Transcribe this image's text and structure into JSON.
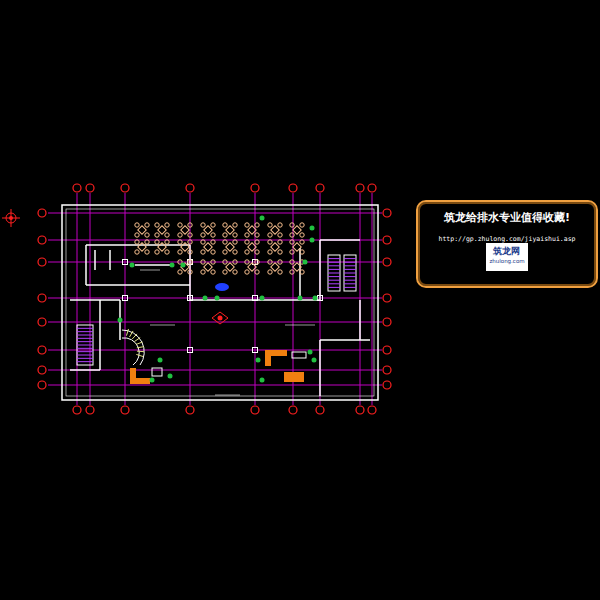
{
  "diagram": {
    "nodes": [
      {
        "text": [
          "筑龙给排水专业值得收藏!",
          "http://gp.zhulong.com/jiyaishui.asp"
        ]
      },
      {
        "text": [
          "筑龙网",
          "zhulong.com"
        ],
        "in": 0
      }
    ]
  }
}
